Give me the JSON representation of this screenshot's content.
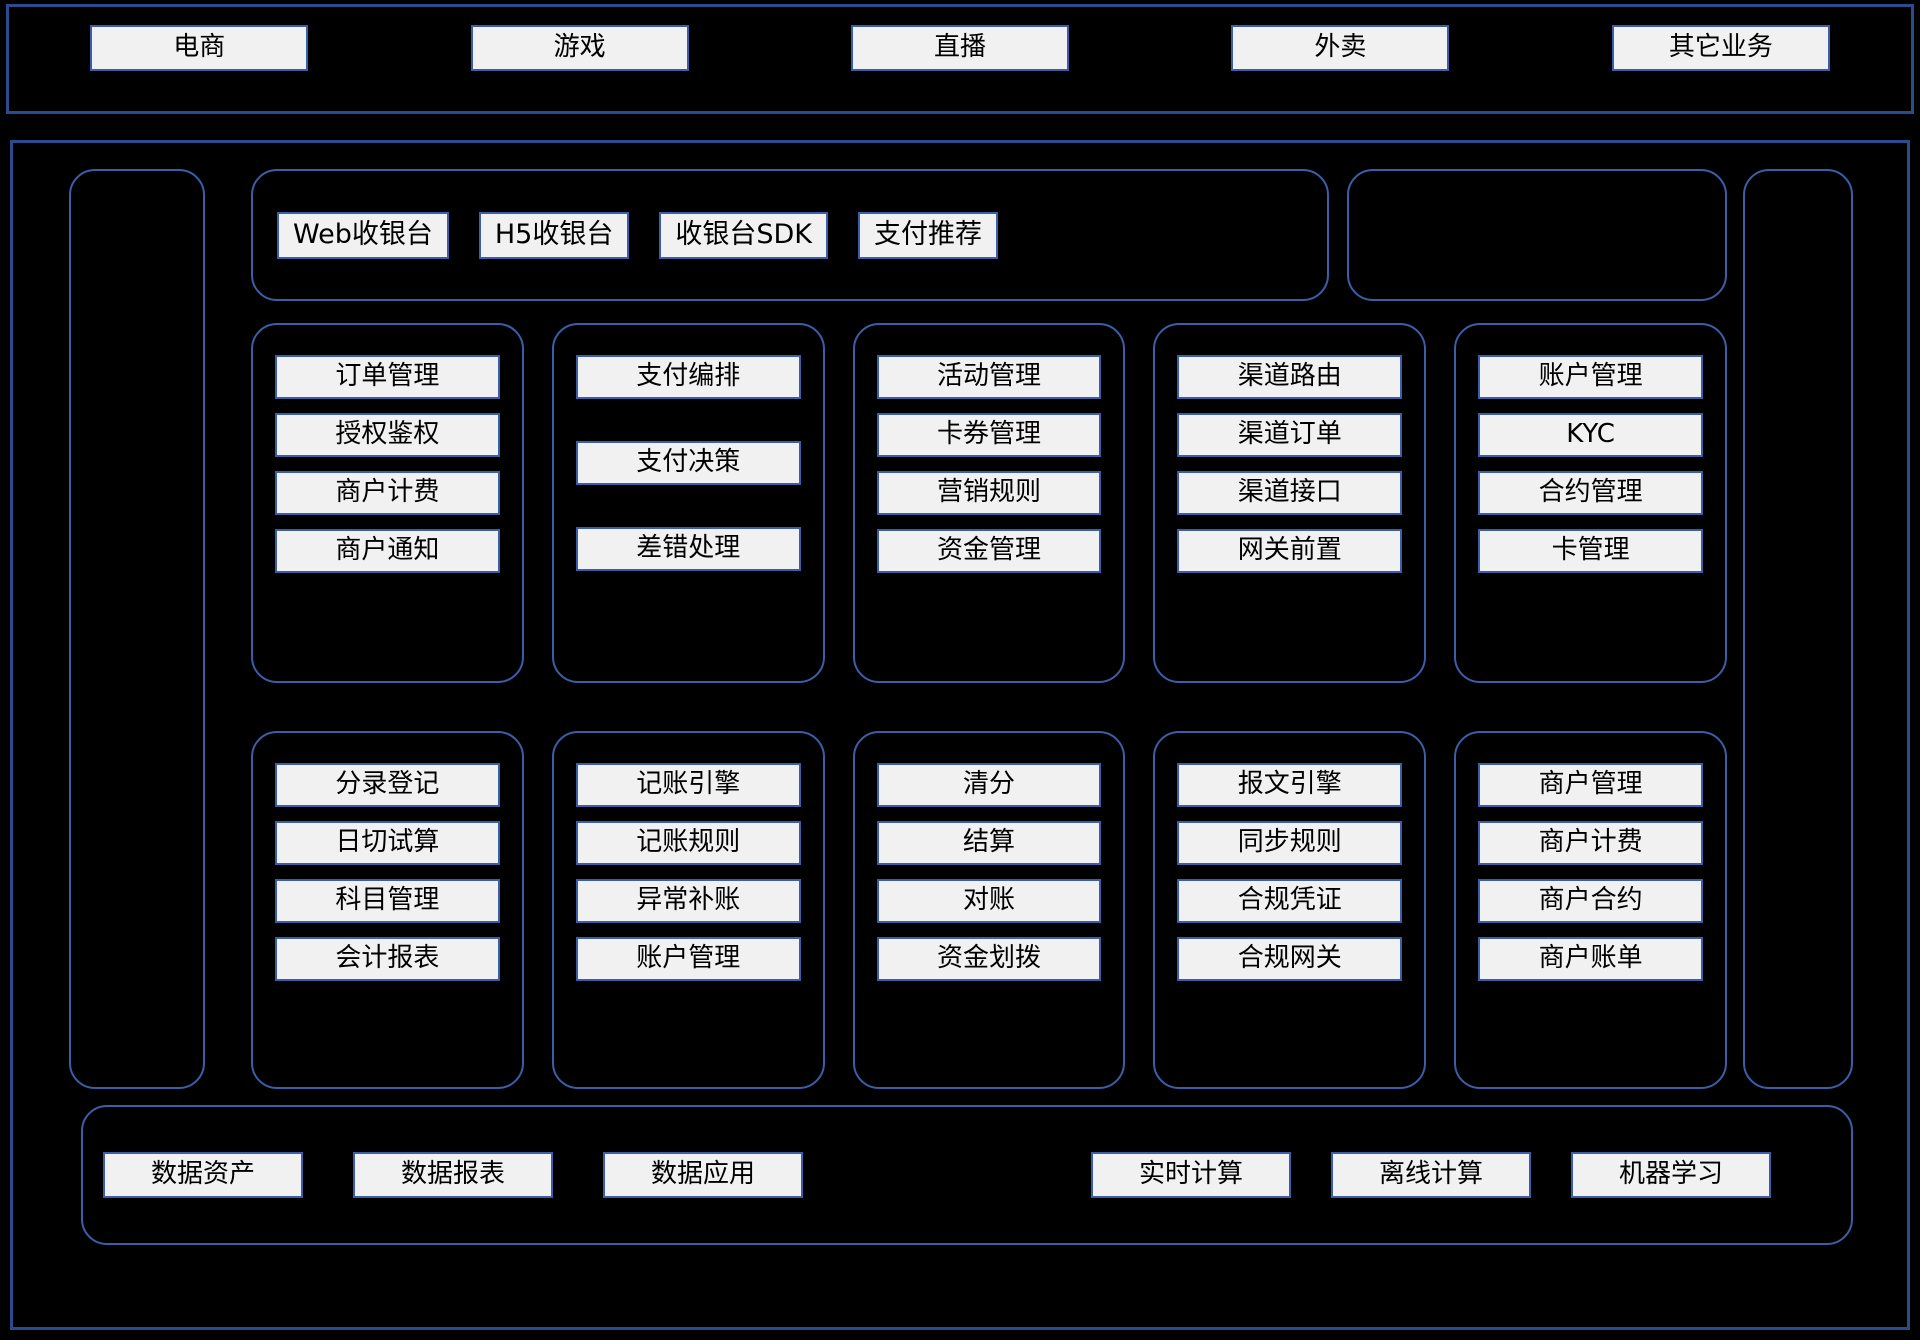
{
  "business_band": {
    "name": "business-lines",
    "items": [
      {
        "label": "电商"
      },
      {
        "label": "游戏"
      },
      {
        "label": "直播"
      },
      {
        "label": "外卖"
      },
      {
        "label": "其它业务"
      }
    ]
  },
  "platform": {
    "rails": {
      "left_label": "",
      "right_label": ""
    },
    "cashier": {
      "name": "cashier-layer",
      "items": [
        {
          "label": "Web收银台"
        },
        {
          "label": "H5收银台"
        },
        {
          "label": "收银台SDK"
        },
        {
          "label": "支付推荐"
        }
      ],
      "side_box_label": ""
    },
    "row_a": [
      {
        "name": "order-module",
        "sparse": false,
        "items": [
          {
            "label": "订单管理"
          },
          {
            "label": "授权鉴权"
          },
          {
            "label": "商户计费"
          },
          {
            "label": "商户通知"
          }
        ]
      },
      {
        "name": "payment-module",
        "sparse": true,
        "items": [
          {
            "label": "支付编排"
          },
          {
            "label": "支付决策"
          },
          {
            "label": "差错处理"
          }
        ]
      },
      {
        "name": "marketing-module",
        "sparse": false,
        "items": [
          {
            "label": "活动管理"
          },
          {
            "label": "卡券管理"
          },
          {
            "label": "营销规则"
          },
          {
            "label": "资金管理"
          }
        ]
      },
      {
        "name": "channel-module",
        "sparse": false,
        "items": [
          {
            "label": "渠道路由"
          },
          {
            "label": "渠道订单"
          },
          {
            "label": "渠道接口"
          },
          {
            "label": "网关前置"
          }
        ]
      },
      {
        "name": "account-module",
        "sparse": false,
        "items": [
          {
            "label": "账户管理"
          },
          {
            "label": "KYC"
          },
          {
            "label": "合约管理"
          },
          {
            "label": "卡管理"
          }
        ]
      }
    ],
    "row_b": [
      {
        "name": "accounting-module",
        "sparse": false,
        "items": [
          {
            "label": "分录登记"
          },
          {
            "label": "日切试算"
          },
          {
            "label": "科目管理"
          },
          {
            "label": "会计报表"
          }
        ]
      },
      {
        "name": "bookkeeping-module",
        "sparse": false,
        "items": [
          {
            "label": "记账引擎"
          },
          {
            "label": "记账规则"
          },
          {
            "label": "异常补账"
          },
          {
            "label": "账户管理"
          }
        ]
      },
      {
        "name": "clearing-module",
        "sparse": false,
        "items": [
          {
            "label": "清分"
          },
          {
            "label": "结算"
          },
          {
            "label": "对账"
          },
          {
            "label": "资金划拨"
          }
        ]
      },
      {
        "name": "compliance-module",
        "sparse": false,
        "items": [
          {
            "label": "报文引擎"
          },
          {
            "label": "同步规则"
          },
          {
            "label": "合规凭证"
          },
          {
            "label": "合规网关"
          }
        ]
      },
      {
        "name": "merchant-module",
        "sparse": false,
        "items": [
          {
            "label": "商户管理"
          },
          {
            "label": "商户计费"
          },
          {
            "label": "商户合约"
          },
          {
            "label": "商户账单"
          }
        ]
      }
    ],
    "data_bar": {
      "name": "data-platform",
      "left_items": [
        {
          "label": "数据资产"
        },
        {
          "label": "数据报表"
        },
        {
          "label": "数据应用"
        }
      ],
      "right_items": [
        {
          "label": "实时计算"
        },
        {
          "label": "离线计算"
        },
        {
          "label": "机器学习"
        }
      ]
    }
  },
  "colors": {
    "background": "#000000",
    "border": "#2b4b8f",
    "chip_border": "#3a5fa8",
    "chip_fill": "#f1f1f1",
    "text": "#000000"
  }
}
